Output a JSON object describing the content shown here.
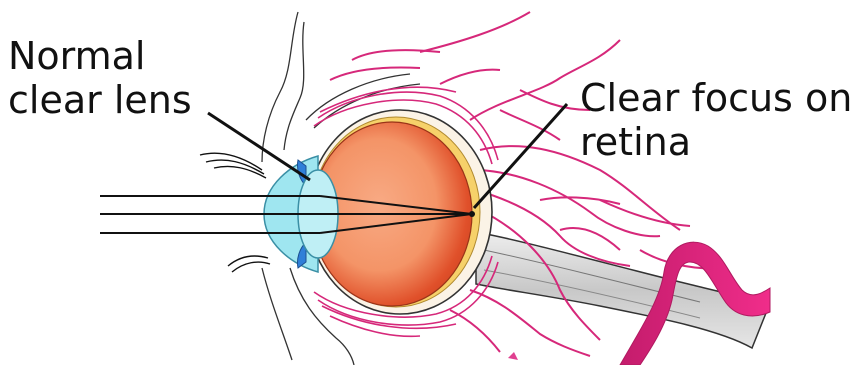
{
  "labels": {
    "lens_line1": "Normal",
    "lens_line2": "clear lens",
    "retina_line1": "Clear focus on",
    "retina_line2": "retina"
  },
  "colors": {
    "background": "#ffffff",
    "text": "#111111",
    "outline": "#222222",
    "vessel": "#d6287a",
    "vessel_dark": "#b01a60",
    "cornea": "#9fe6f0",
    "lens": "#bfeff5",
    "iris": "#2f7fd8",
    "eyeball_light": "#f8aa84",
    "eyeball_dark": "#e0502a",
    "retina": "#f6d16a",
    "optic_nerve": "#c8c8c8",
    "light_rays": "#111111"
  },
  "icons": {
    "eyelash": "eyelash-icon"
  }
}
